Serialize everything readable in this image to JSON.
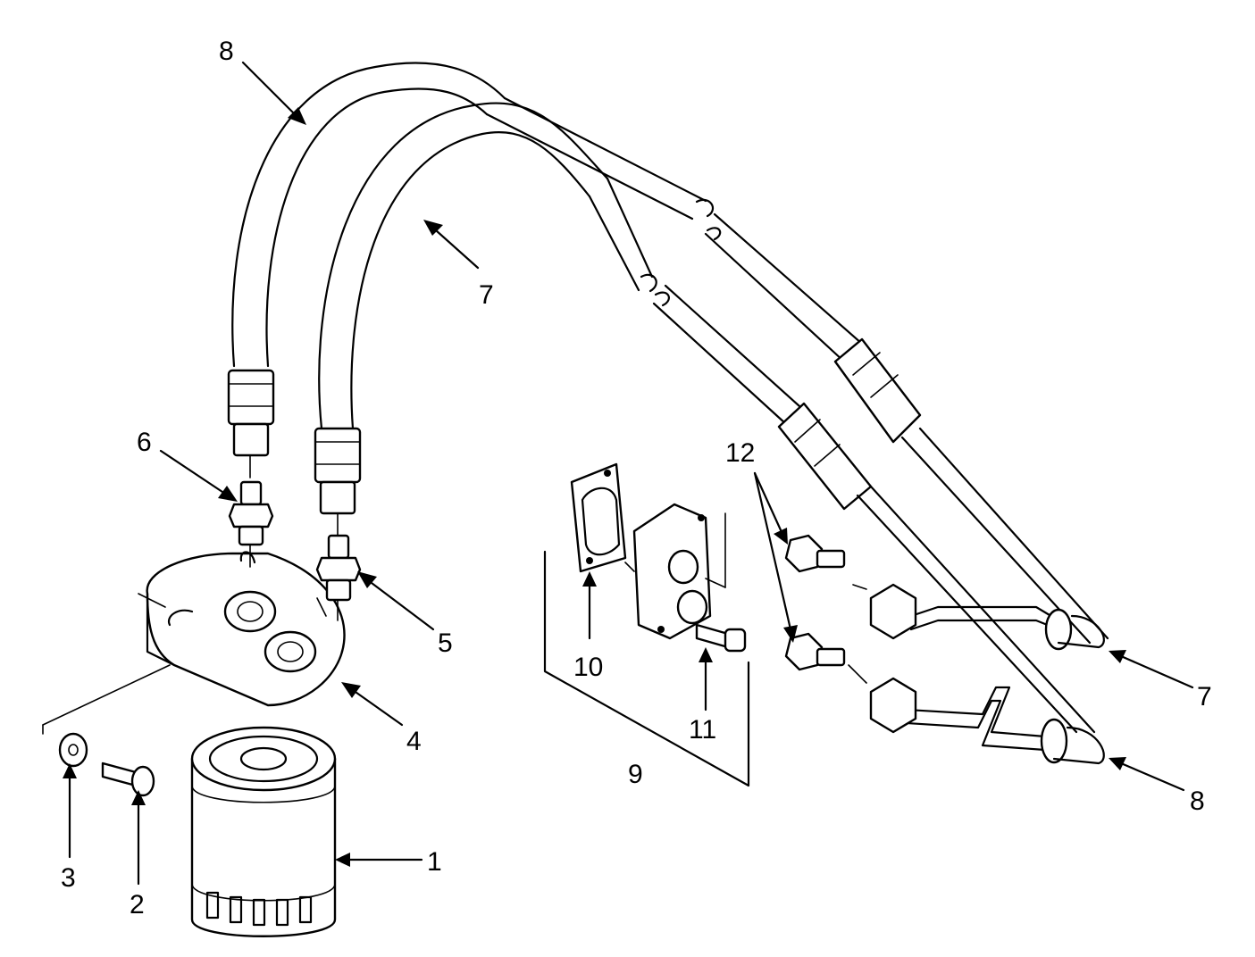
{
  "diagram": {
    "callouts": [
      {
        "id": "c1",
        "text": "1"
      },
      {
        "id": "c2",
        "text": "2"
      },
      {
        "id": "c3",
        "text": "3"
      },
      {
        "id": "c4",
        "text": "4"
      },
      {
        "id": "c5",
        "text": "5"
      },
      {
        "id": "c6",
        "text": "6"
      },
      {
        "id": "c7a",
        "text": "7"
      },
      {
        "id": "c7b",
        "text": "7"
      },
      {
        "id": "c8a",
        "text": "8"
      },
      {
        "id": "c8b",
        "text": "8"
      },
      {
        "id": "c9",
        "text": "9"
      },
      {
        "id": "c10",
        "text": "10"
      },
      {
        "id": "c11",
        "text": "11"
      },
      {
        "id": "c12",
        "text": "12"
      }
    ],
    "colors": {
      "ink": "#000000",
      "paper": "#ffffff"
    }
  }
}
